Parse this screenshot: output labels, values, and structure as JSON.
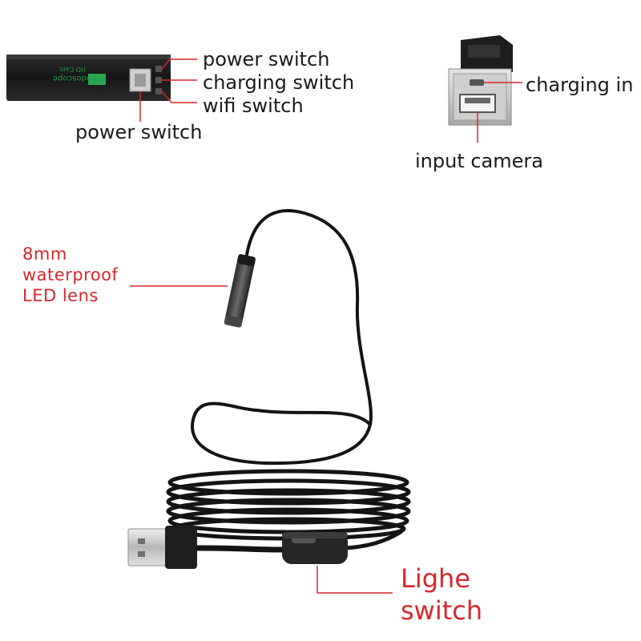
{
  "device_labels": {
    "power_switch_top": "power switch",
    "charging_switch": "charging switch",
    "wifi_switch": "wifi switch",
    "power_switch_bottom": "power switch"
  },
  "port_labels": {
    "charging_in": "charging in",
    "input_camera": "input camera"
  },
  "cable_labels": {
    "lens_line1": "8mm",
    "lens_line2": "waterproof",
    "lens_line3": "LED lens",
    "switch_line1": "Lighe",
    "switch_line2": "switch"
  },
  "device_print": {
    "brand": "Endoscope",
    "badge": "Wi Fi",
    "sub": "HD Cam"
  },
  "colors": {
    "label_red": "#d8262c",
    "label_dark": "#1a1a1a",
    "device_body": "#1c1c1c",
    "print_green": "#2aa84f"
  }
}
